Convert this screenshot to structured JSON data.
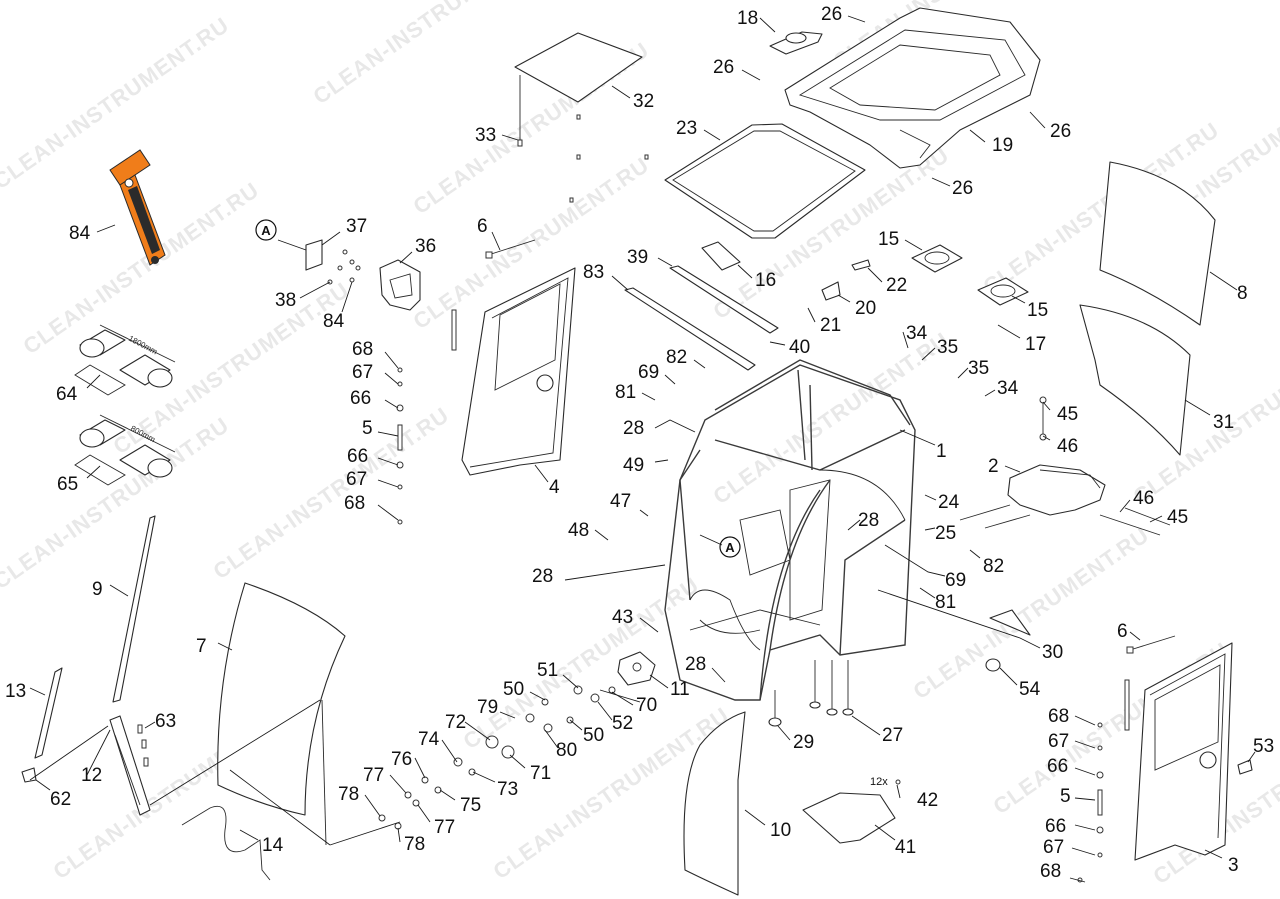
{
  "watermark": "CLEAN-INSTRUMENT.RU",
  "view_marker": "A",
  "quantity_note": "12x",
  "dimension_1800": "1800mm",
  "dimension_800": "800mm",
  "callouts": [
    {
      "id": "c18",
      "text": "18"
    },
    {
      "id": "c26a",
      "text": "26"
    },
    {
      "id": "c26b",
      "text": "26"
    },
    {
      "id": "c32",
      "text": "32"
    },
    {
      "id": "c33",
      "text": "33"
    },
    {
      "id": "c23",
      "text": "23"
    },
    {
      "id": "c19",
      "text": "19"
    },
    {
      "id": "c26c",
      "text": "26"
    },
    {
      "id": "c26d",
      "text": "26"
    },
    {
      "id": "c84a",
      "text": "84"
    },
    {
      "id": "c37",
      "text": "37"
    },
    {
      "id": "c36",
      "text": "36"
    },
    {
      "id": "c6a",
      "text": "6"
    },
    {
      "id": "c39",
      "text": "39"
    },
    {
      "id": "c16",
      "text": "16"
    },
    {
      "id": "c15a",
      "text": "15"
    },
    {
      "id": "c22",
      "text": "22"
    },
    {
      "id": "c8",
      "text": "8"
    },
    {
      "id": "c38",
      "text": "38"
    },
    {
      "id": "c84b",
      "text": "84"
    },
    {
      "id": "c83",
      "text": "83"
    },
    {
      "id": "c20",
      "text": "20"
    },
    {
      "id": "c21",
      "text": "21"
    },
    {
      "id": "c15b",
      "text": "15"
    },
    {
      "id": "c17",
      "text": "17"
    },
    {
      "id": "c68a",
      "text": "68"
    },
    {
      "id": "c34a",
      "text": "34"
    },
    {
      "id": "c40",
      "text": "40"
    },
    {
      "id": "c35a",
      "text": "35"
    },
    {
      "id": "c82a",
      "text": "82"
    },
    {
      "id": "c67a",
      "text": "67"
    },
    {
      "id": "c69a",
      "text": "69"
    },
    {
      "id": "c35b",
      "text": "35"
    },
    {
      "id": "c64",
      "text": "64"
    },
    {
      "id": "c66a",
      "text": "66"
    },
    {
      "id": "c81a",
      "text": "81"
    },
    {
      "id": "c34b",
      "text": "34"
    },
    {
      "id": "c45a",
      "text": "45"
    },
    {
      "id": "c31",
      "text": "31"
    },
    {
      "id": "c5a",
      "text": "5"
    },
    {
      "id": "c28a",
      "text": "28"
    },
    {
      "id": "c46a",
      "text": "46"
    },
    {
      "id": "c1",
      "text": "1"
    },
    {
      "id": "c66b",
      "text": "66"
    },
    {
      "id": "c49",
      "text": "49"
    },
    {
      "id": "c2",
      "text": "2"
    },
    {
      "id": "c67b",
      "text": "67"
    },
    {
      "id": "c65",
      "text": "65"
    },
    {
      "id": "c4",
      "text": "4"
    },
    {
      "id": "c68b",
      "text": "68"
    },
    {
      "id": "c47",
      "text": "47"
    },
    {
      "id": "c24",
      "text": "24"
    },
    {
      "id": "c46b",
      "text": "46"
    },
    {
      "id": "c45b",
      "text": "45"
    },
    {
      "id": "c48",
      "text": "48"
    },
    {
      "id": "c28b",
      "text": "28"
    },
    {
      "id": "c25",
      "text": "25"
    },
    {
      "id": "c82b",
      "text": "82"
    },
    {
      "id": "c28c",
      "text": "28"
    },
    {
      "id": "c69b",
      "text": "69"
    },
    {
      "id": "c9",
      "text": "9"
    },
    {
      "id": "c81b",
      "text": "81"
    },
    {
      "id": "c7",
      "text": "7"
    },
    {
      "id": "c43",
      "text": "43"
    },
    {
      "id": "c30",
      "text": "30"
    },
    {
      "id": "c6b",
      "text": "6"
    },
    {
      "id": "c28d",
      "text": "28"
    },
    {
      "id": "c11",
      "text": "11"
    },
    {
      "id": "c54",
      "text": "54"
    },
    {
      "id": "c51",
      "text": "51"
    },
    {
      "id": "c13",
      "text": "13"
    },
    {
      "id": "c50a",
      "text": "50"
    },
    {
      "id": "c70",
      "text": "70"
    },
    {
      "id": "c63",
      "text": "63"
    },
    {
      "id": "c79",
      "text": "79"
    },
    {
      "id": "c52",
      "text": "52"
    },
    {
      "id": "c68c",
      "text": "68"
    },
    {
      "id": "c72",
      "text": "72"
    },
    {
      "id": "c50b",
      "text": "50"
    },
    {
      "id": "c29",
      "text": "29"
    },
    {
      "id": "c27",
      "text": "27"
    },
    {
      "id": "c74",
      "text": "74"
    },
    {
      "id": "c80",
      "text": "80"
    },
    {
      "id": "c67c",
      "text": "67"
    },
    {
      "id": "c53",
      "text": "53"
    },
    {
      "id": "c12",
      "text": "12"
    },
    {
      "id": "c76",
      "text": "76"
    },
    {
      "id": "c71",
      "text": "71"
    },
    {
      "id": "c62",
      "text": "62"
    },
    {
      "id": "c77a",
      "text": "77"
    },
    {
      "id": "c73",
      "text": "73"
    },
    {
      "id": "c66c",
      "text": "66"
    },
    {
      "id": "c78a",
      "text": "78"
    },
    {
      "id": "c75",
      "text": "75"
    },
    {
      "id": "c42",
      "text": "42"
    },
    {
      "id": "c5b",
      "text": "5"
    },
    {
      "id": "c77b",
      "text": "77"
    },
    {
      "id": "c10",
      "text": "10"
    },
    {
      "id": "c66d",
      "text": "66"
    },
    {
      "id": "c14",
      "text": "14"
    },
    {
      "id": "c78b",
      "text": "78"
    },
    {
      "id": "c41",
      "text": "41"
    },
    {
      "id": "c67d",
      "text": "67"
    },
    {
      "id": "c68d",
      "text": "68"
    },
    {
      "id": "c3",
      "text": "3"
    }
  ],
  "colors": {
    "line": "#2a2a2a",
    "hammer_orange": "#f07d1a",
    "hammer_dark": "#2b2b2b",
    "watermark": "#d6d6d6"
  }
}
